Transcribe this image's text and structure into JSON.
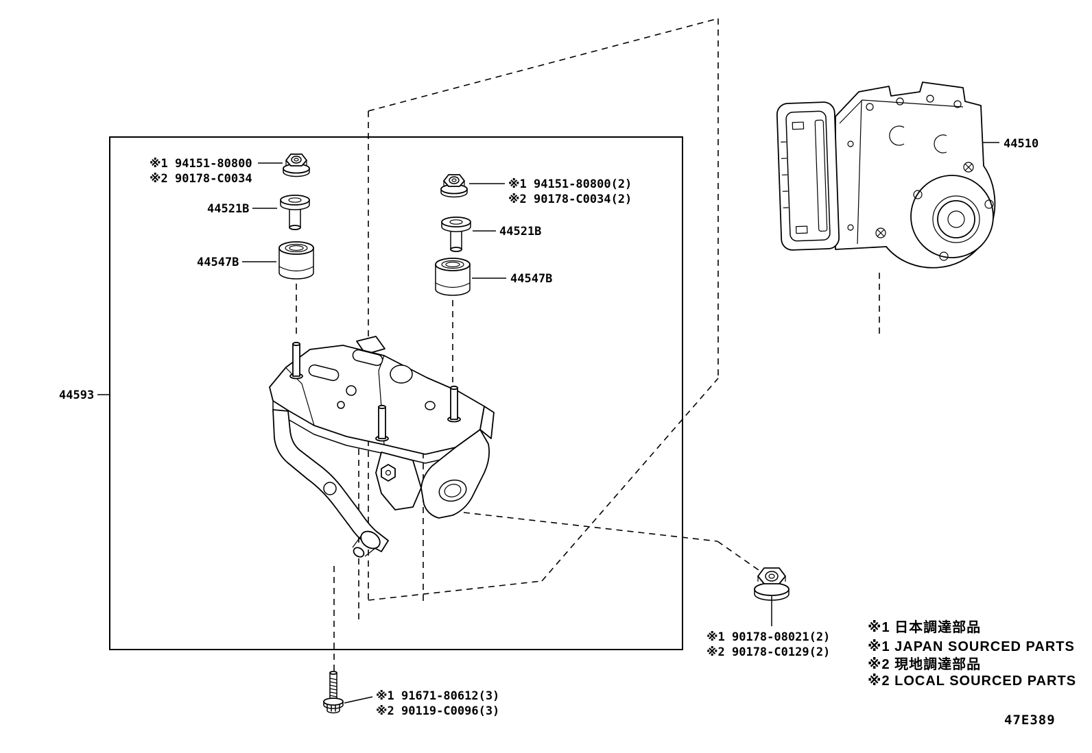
{
  "page": {
    "background": "#ffffff",
    "line_color": "#000000"
  },
  "diagram": {
    "figure_code": "47E389",
    "callouts": {
      "top_left_nut_line1": "※1 94151-80800",
      "top_left_nut_line2": "※2 90178-C0034",
      "left_sleeve": "44521B",
      "left_cushion": "44547B",
      "right_nut_line1": "※1 94151-80800(2)",
      "right_nut_line2": "※2 90178-C0034(2)",
      "right_sleeve": "44521B",
      "right_cushion": "44547B",
      "bracket": "44593",
      "actuator_assembly": "44510",
      "mount_nut_line1": "※1 90178-08021(2)",
      "mount_nut_line2": "※2 90178-C0129(2)",
      "bolt_line1": "※1 91671-80612(3)",
      "bolt_line2": "※2 90119-C0096(3)"
    },
    "legend": [
      {
        "text": "※1 日本調達部品"
      },
      {
        "text": "※1 JAPAN SOURCED PARTS"
      },
      {
        "text": "※2 現地調達部品"
      },
      {
        "text": "※2 LOCAL SOURCED PARTS"
      }
    ]
  }
}
